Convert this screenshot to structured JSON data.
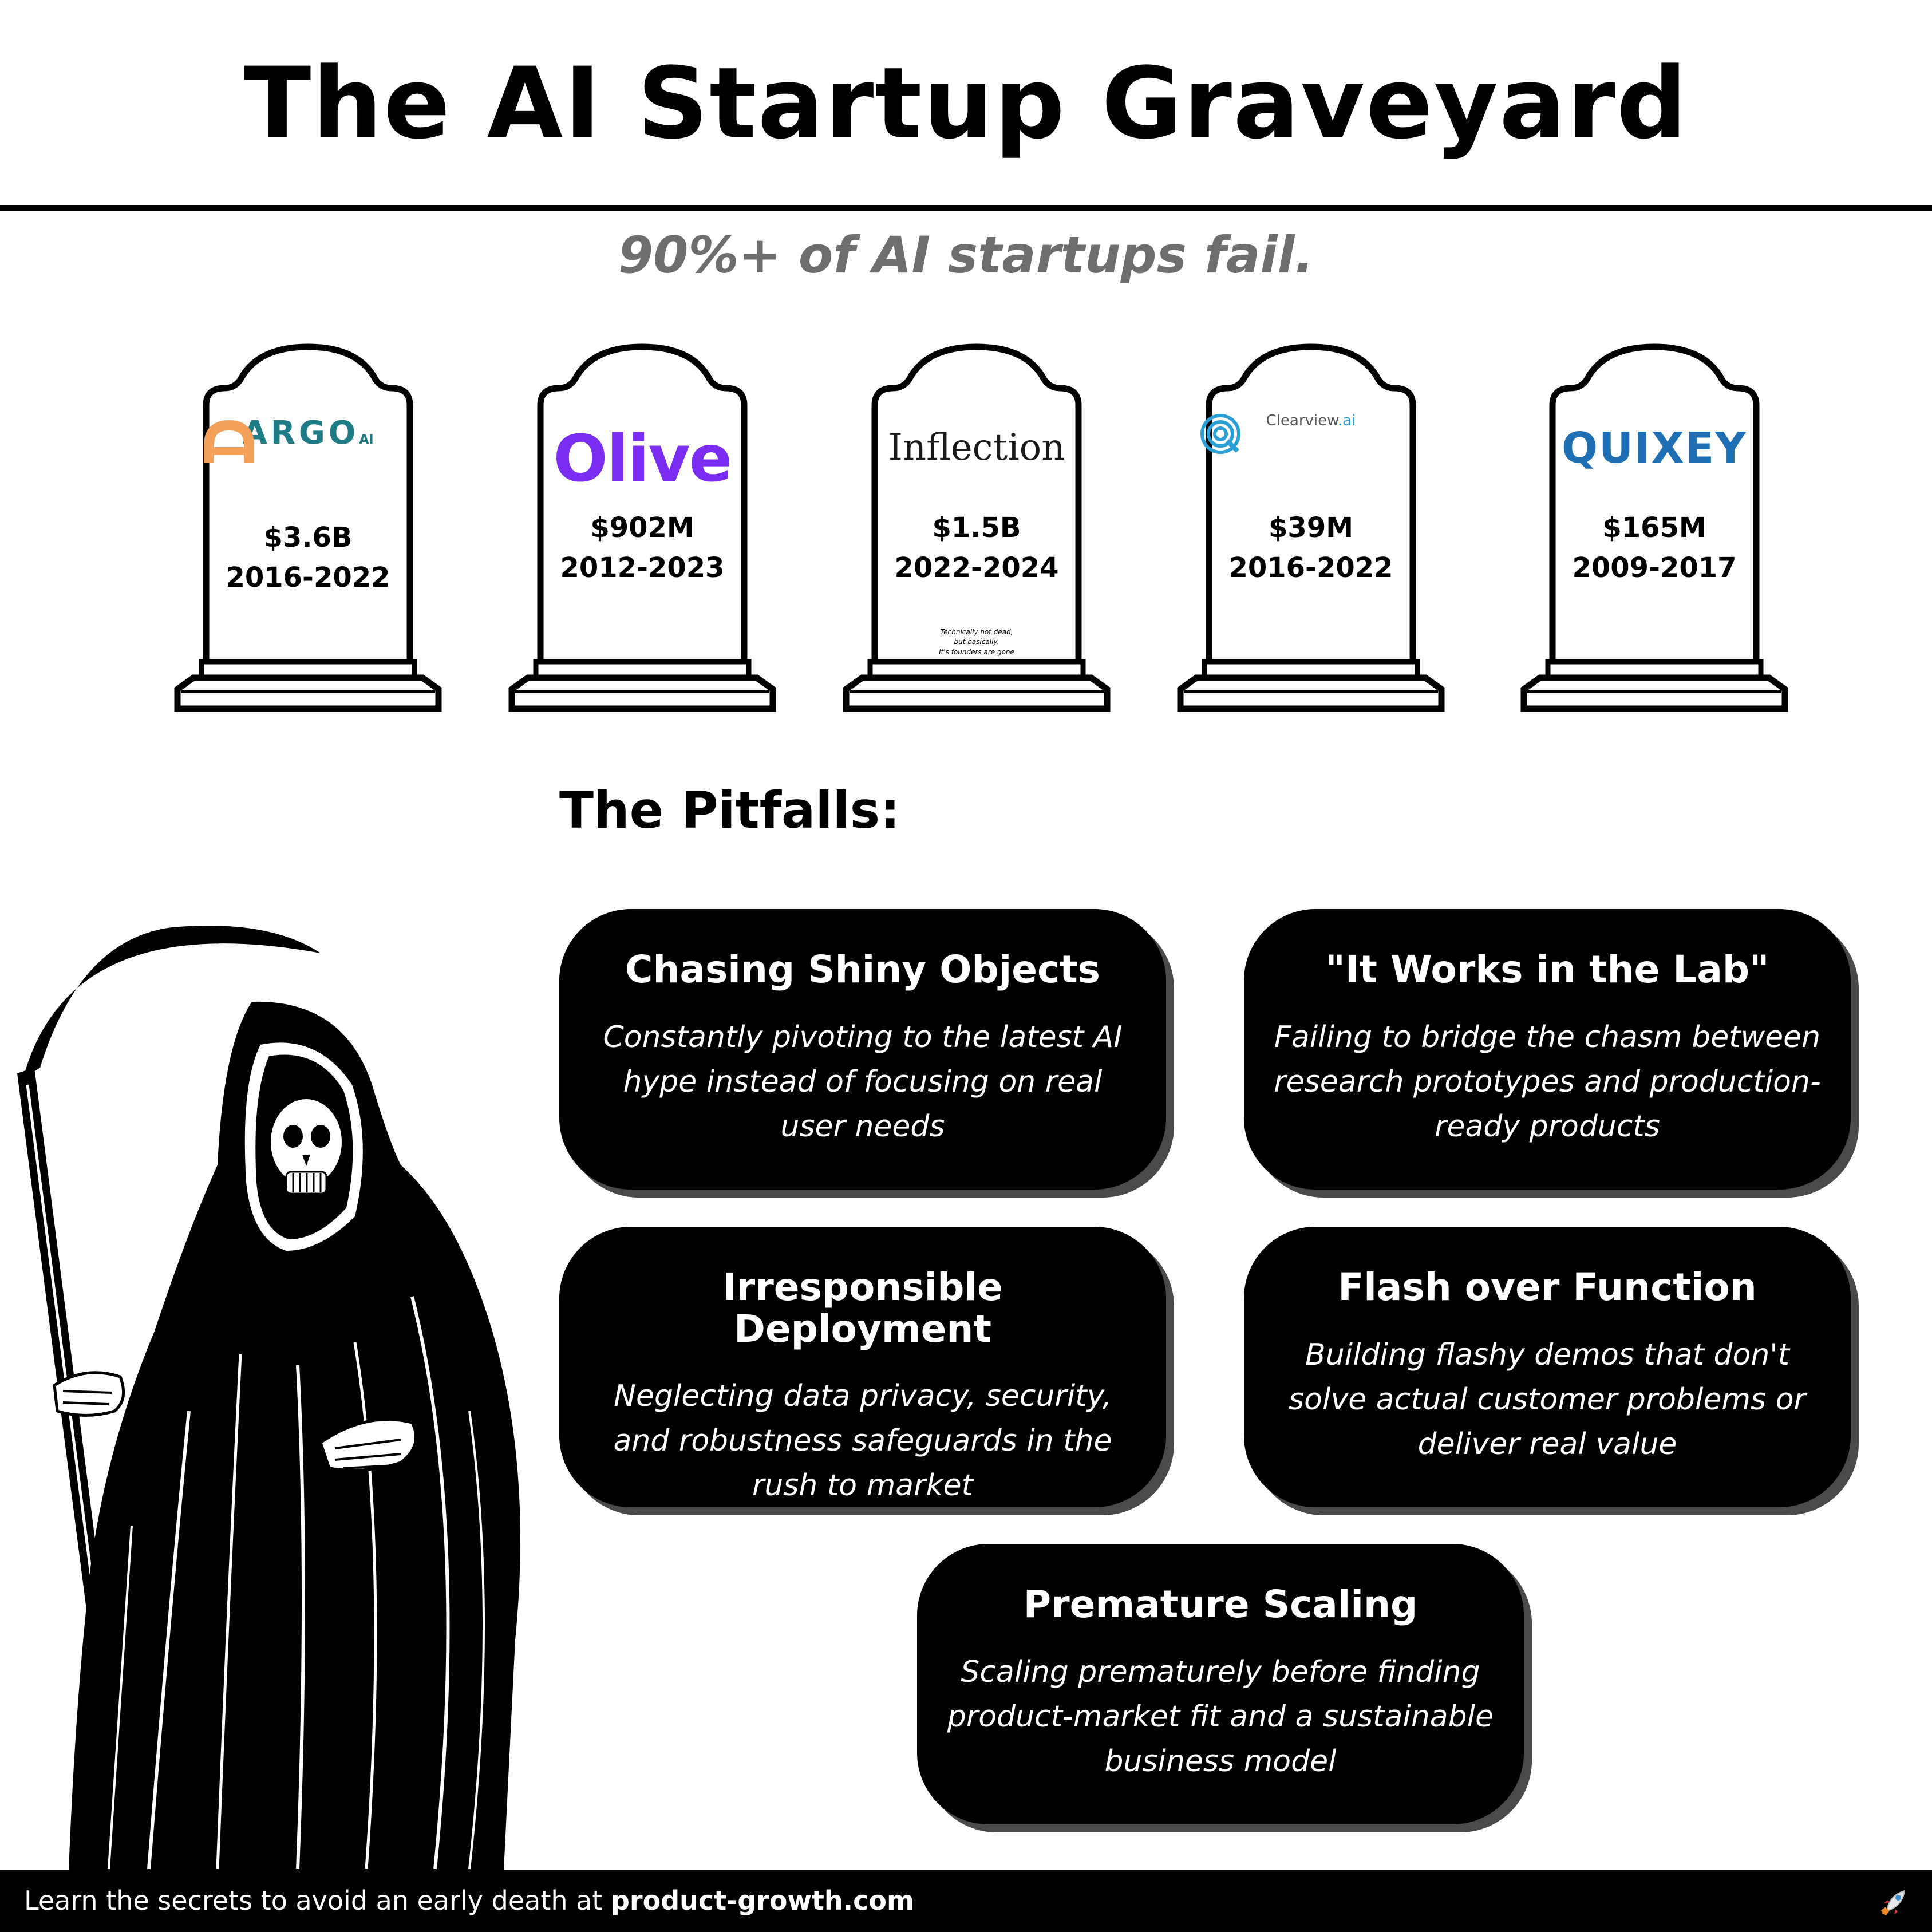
{
  "header": {
    "title": "The AI Startup Graveyard",
    "subtitle": "90%+ of AI startups fail."
  },
  "graves": [
    {
      "name": "Argo AI",
      "logo_text": "ARGO",
      "logo_sub": "AI",
      "logo_color": "#1e7c86",
      "accent": "#f2a05a",
      "amount": "$3.6B",
      "years": "2016-2022"
    },
    {
      "name": "Olive",
      "logo_text": "Olive",
      "logo_color": "#7b2cf2",
      "amount": "$902M",
      "years": "2012-2023"
    },
    {
      "name": "Inflection",
      "logo_text": "Inflection",
      "logo_color": "#1a1a1a",
      "amount": "$1.5B",
      "years": "2022-2024",
      "note": "Technically not dead,\nbut basically.\nIt's founders are gone"
    },
    {
      "name": "Clearview.ai",
      "logo_text": "Clearview",
      "logo_sub": ".ai",
      "logo_color": "#555555",
      "accent": "#2a9fd6",
      "amount": "$39M",
      "years": "2016-2022"
    },
    {
      "name": "Quixey",
      "logo_text": "QUIXEY",
      "logo_color": "#1f6fb5",
      "amount": "$165M",
      "years": "2009-2017"
    }
  ],
  "pitfalls": {
    "heading": "The Pitfalls:",
    "items": [
      {
        "title": "Chasing Shiny Objects",
        "desc": "Constantly pivoting to the latest AI hype instead of focusing on real user needs"
      },
      {
        "title": "\"It Works in the Lab\"",
        "desc": "Failing to bridge the chasm between research prototypes and production-ready products"
      },
      {
        "title": "Irresponsible Deployment",
        "desc": "Neglecting data privacy, security, and robustness safeguards in the rush to market"
      },
      {
        "title": "Flash over Function",
        "desc": "Building flashy demos that don't solve actual customer problems or deliver real value"
      },
      {
        "title": "Premature Scaling",
        "desc": "Scaling prematurely before finding product-market fit and a sustainable business model"
      }
    ]
  },
  "footer": {
    "prefix": "Learn the secrets to avoid an early death at ",
    "link": "product-growth.com",
    "icon": "rocket-icon"
  }
}
